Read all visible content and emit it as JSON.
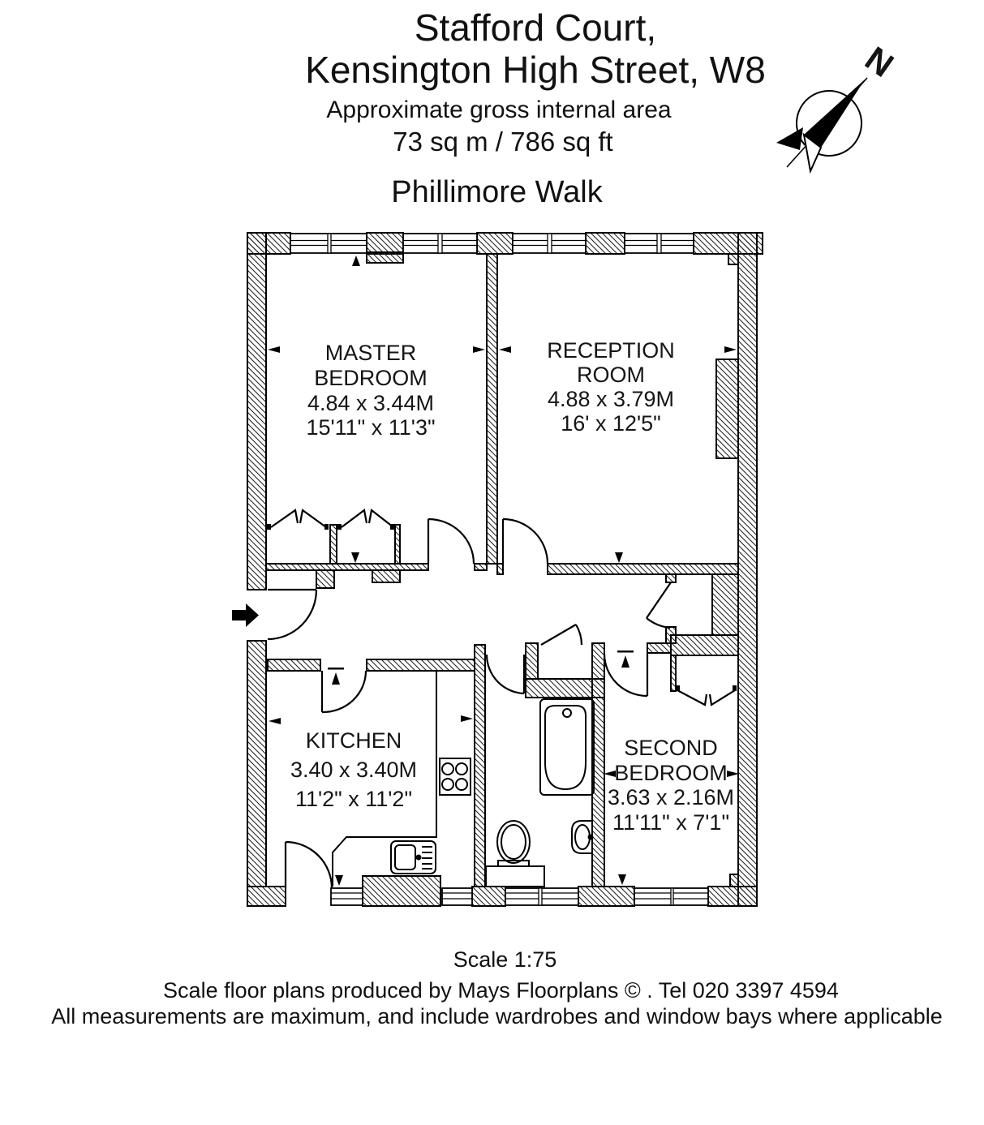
{
  "header": {
    "title_line1": "Stafford Court,",
    "title_line2": "Kensington High Street, W8",
    "subtitle": "Approximate gross internal area",
    "area": "73 sq m  /  786 sq ft",
    "street": "Phillimore Walk"
  },
  "compass": {
    "north_label": "N"
  },
  "rooms": {
    "master_bedroom": {
      "name_line1": "MASTER",
      "name_line2": "BEDROOM",
      "dim_metric": "4.84 x 3.44M",
      "dim_imperial": "15'11\" x 11'3\""
    },
    "reception_room": {
      "name_line1": "RECEPTION",
      "name_line2": "ROOM",
      "dim_metric": "4.88 x 3.79M",
      "dim_imperial": "16' x 12'5\""
    },
    "kitchen": {
      "name_line1": "KITCHEN",
      "dim_metric": "3.40 x 3.40M",
      "dim_imperial": "11'2\" x 11'2\""
    },
    "second_bedroom": {
      "name_line1": "SECOND",
      "name_line2": "BEDROOM",
      "dim_metric": "3.63 x 2.16M",
      "dim_imperial": "11'11\" x 7'1\""
    }
  },
  "footer": {
    "scale": "Scale 1:75",
    "credit": "Scale floor plans produced by Mays Floorplans  © . Tel 020 3397 4594",
    "disclaimer": "All measurements are maximum, and include wardrobes and window bays where applicable"
  },
  "colors": {
    "background": "#ffffff",
    "line": "#000000",
    "wall_hatch": "#222222"
  }
}
